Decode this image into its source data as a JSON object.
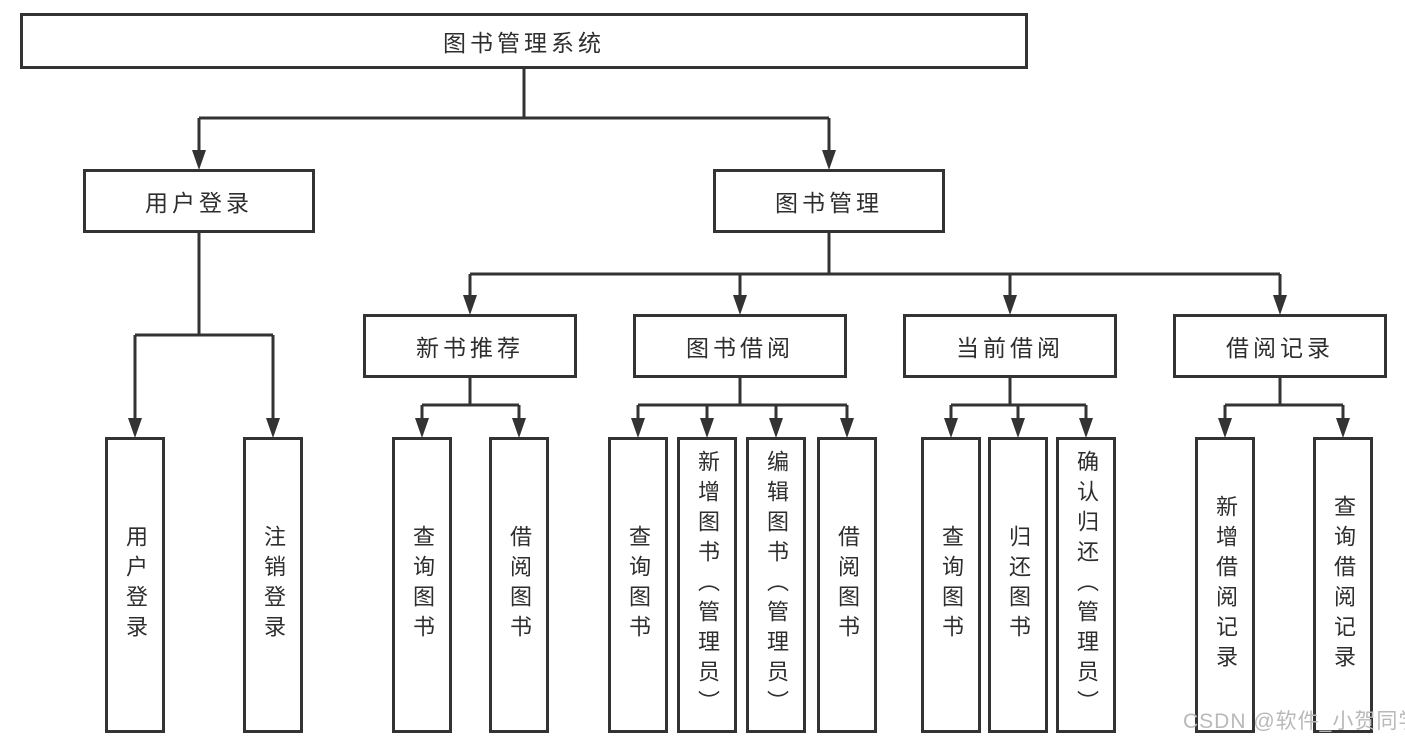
{
  "colors": {
    "line": "#333333",
    "box_border": "#333333",
    "text": "#2e2e2e",
    "watermark": "#b9b9b9",
    "background": "#ffffff"
  },
  "nodes": {
    "root": "图书管理系统",
    "level2": [
      "用户登录",
      "图书管理"
    ],
    "level3": [
      "新书推荐",
      "图书借阅",
      "当前借阅",
      "借阅记录"
    ],
    "leaves": [
      [
        "用户登录",
        "注销登录"
      ],
      [
        "查询图书",
        "借阅图书"
      ],
      [
        "查询图书",
        "新增图书（管理员）",
        "编辑图书（管理员）",
        "借阅图书"
      ],
      [
        "查询图书",
        "归还图书",
        "确认归还（管理员）"
      ],
      [
        "新增借阅记录",
        "查询借阅记录"
      ]
    ]
  },
  "watermark": "CSDN @软件_小贺同学"
}
